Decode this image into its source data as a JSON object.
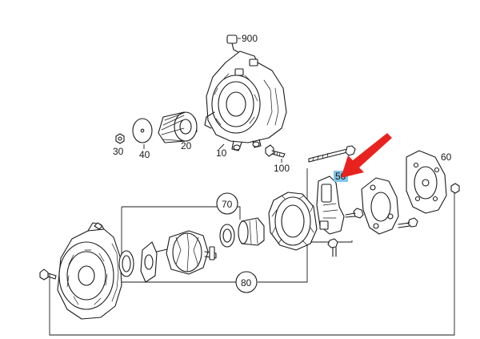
{
  "callouts": {
    "p900": "900",
    "p30": "30",
    "p40": "40",
    "p20": "20",
    "p10": "10",
    "p100": "100",
    "p50": "50",
    "p60": "60",
    "p70": "70",
    "p80": "80"
  },
  "colors": {
    "line": "#1a1a1a",
    "highlight": "#7fc4e8",
    "arrow": "#e8231f"
  },
  "highlighted_part": "50"
}
